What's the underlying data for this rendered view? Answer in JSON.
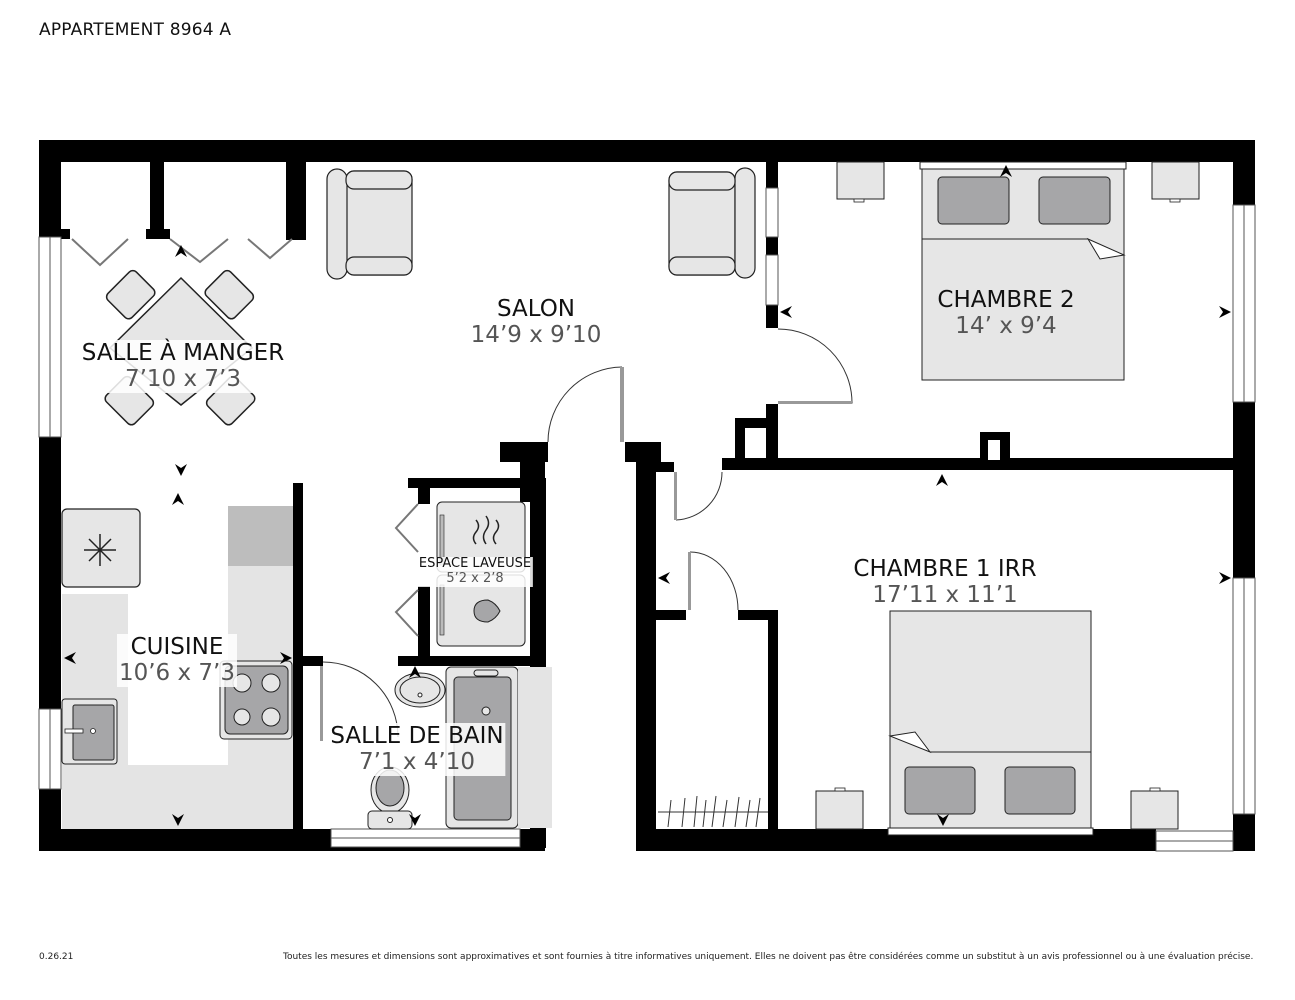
{
  "header": {
    "title": "APPARTEMENT 8964 A"
  },
  "footer": {
    "version": "0.26.21",
    "disclaimer": "Toutes les mesures et dimensions sont approximatives et sont fournies à titre informatives uniquement. Elles ne doivent pas être considérées comme un substitut à un avis professionnel ou à une évaluation précise."
  },
  "rooms": [
    {
      "id": "salle-a-manger",
      "name": "SALLE À MANGER",
      "dimensions": "7’10 x 7’3"
    },
    {
      "id": "salon",
      "name": "SALON",
      "dimensions": "14’9 x 9’10"
    },
    {
      "id": "chambre-2",
      "name": "CHAMBRE 2",
      "dimensions": "14’ x 9’4"
    },
    {
      "id": "cuisine",
      "name": "CUISINE",
      "dimensions": "10’6 x 7’3"
    },
    {
      "id": "espace-laveuse",
      "name": "ESPACE LAVEUSE",
      "dimensions": "5’2 x 2’8"
    },
    {
      "id": "salle-de-bain",
      "name": "SALLE DE BAIN",
      "dimensions": "7’1 x 4’10"
    },
    {
      "id": "chambre-1",
      "name": "CHAMBRE 1 IRR",
      "dimensions": "17’11 x 11’1"
    }
  ],
  "colors": {
    "wall": "#000000",
    "furniture_fill": "#e6e6e6",
    "furniture_dark": "#a6a6a8",
    "floor_gray": "#e4e4e4",
    "dim_text": "#555555"
  },
  "icons": [
    "snowflake-icon",
    "heat-waves-icon",
    "water-drop-icon",
    "measure-arrow-icon"
  ]
}
